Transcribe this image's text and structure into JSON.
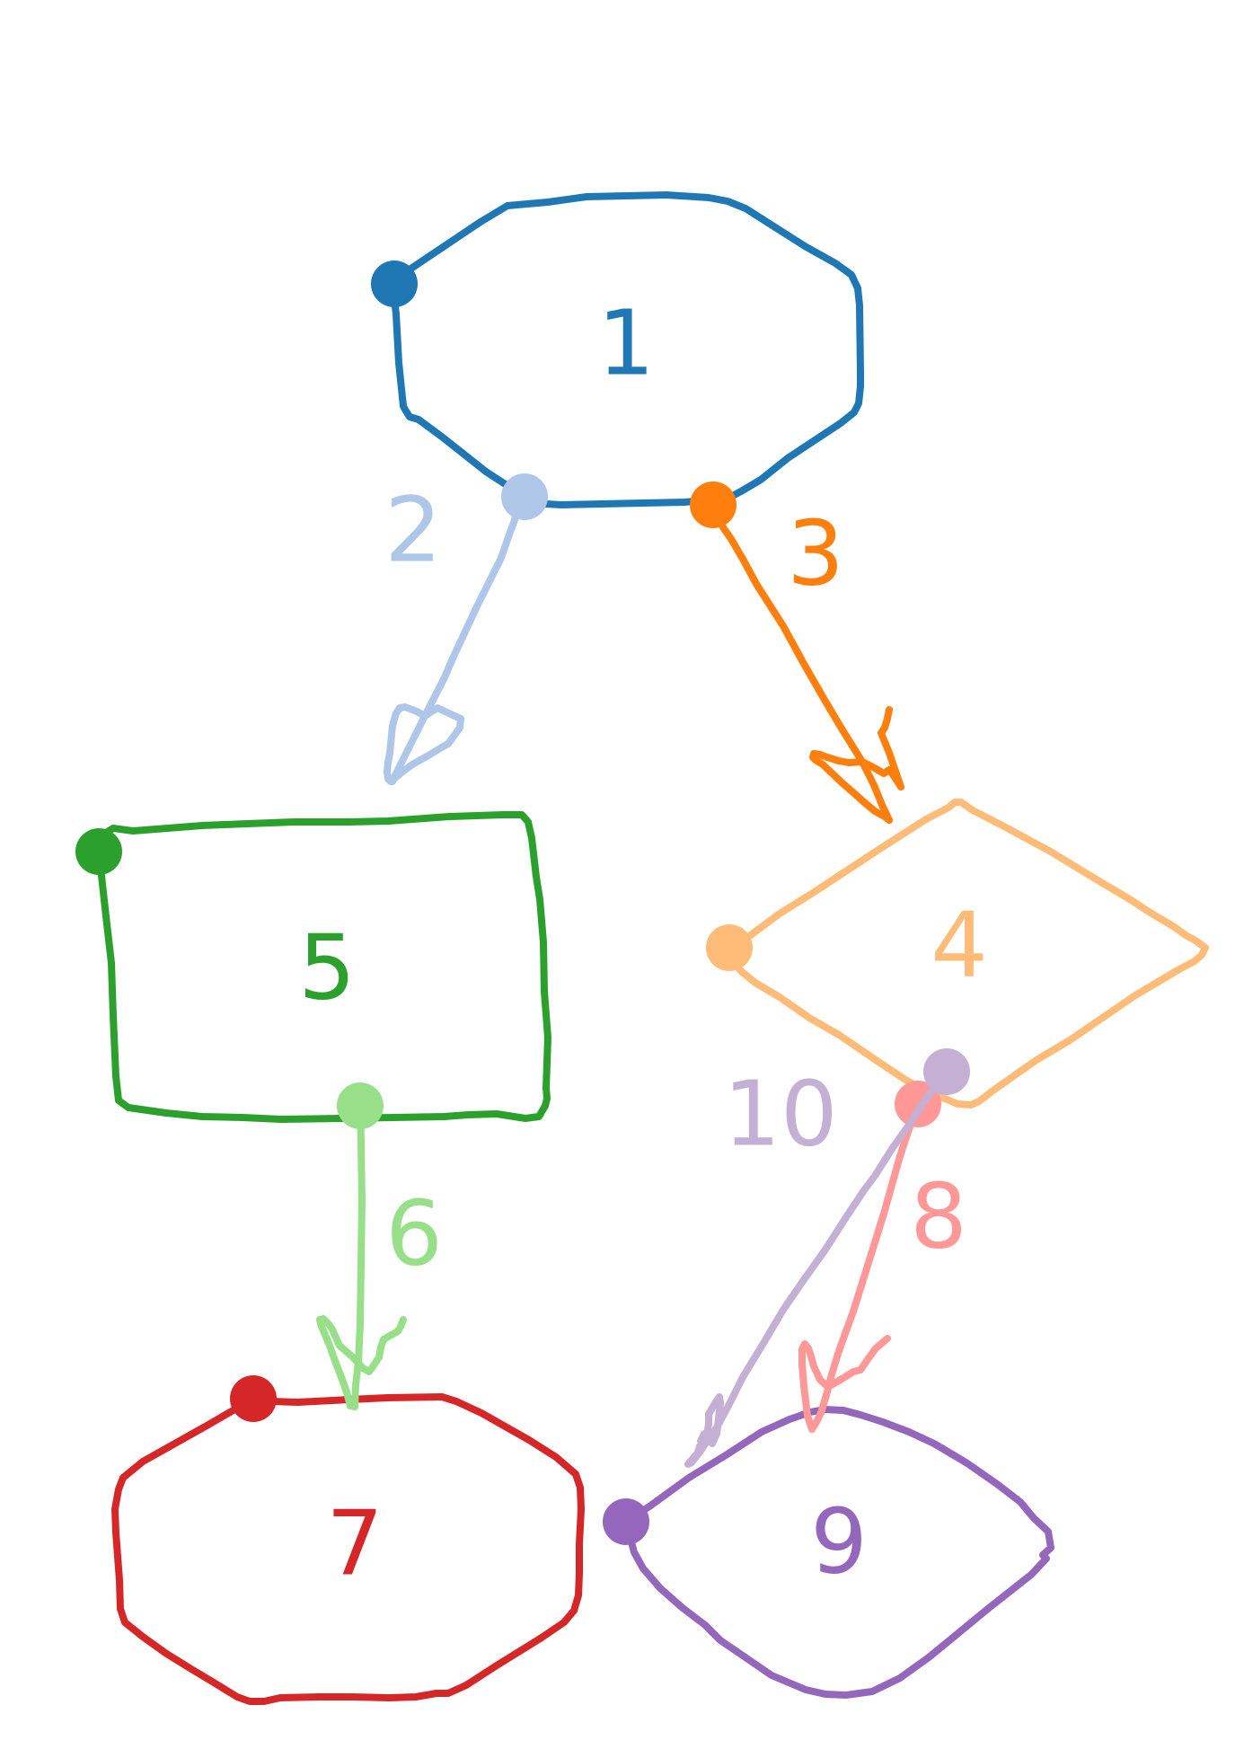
{
  "diagram": {
    "nodes": [
      {
        "id": "1",
        "label": "1",
        "color": "#1f77b4"
      },
      {
        "id": "4",
        "label": "4",
        "color": "#ffbb78"
      },
      {
        "id": "5",
        "label": "5",
        "color": "#2ca02c"
      },
      {
        "id": "7",
        "label": "7",
        "color": "#d62728"
      },
      {
        "id": "9",
        "label": "9",
        "color": "#9467bd"
      }
    ],
    "edges": [
      {
        "id": "2",
        "label": "2",
        "color": "#aec7e8",
        "from": "1",
        "to": null
      },
      {
        "id": "3",
        "label": "3",
        "color": "#ff7f0e",
        "from": "1",
        "to": "4"
      },
      {
        "id": "6",
        "label": "6",
        "color": "#98df8a",
        "from": "5",
        "to": "7"
      },
      {
        "id": "8",
        "label": "8",
        "color": "#ff9896",
        "from": "4",
        "to": "9"
      },
      {
        "id": "10",
        "label": "10",
        "color": "#c5b0d5",
        "from": "4",
        "to": "9"
      }
    ]
  }
}
